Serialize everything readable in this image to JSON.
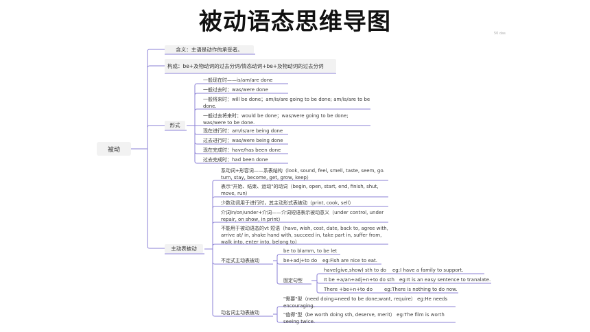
{
  "title": "被动语态思维导图",
  "logo_text": "50 das",
  "colors": {
    "line": "#8a7fd6",
    "box": "#f2f2f2"
  },
  "root": "被动",
  "level1": {
    "meaning": "含义：主语是动作的承受者。",
    "structure": "构成：be+及物动词的过去分词/情态动词+be+及物动词的过去分词",
    "forms": "形式",
    "active_passive": "主动表被动"
  },
  "forms": [
    "一般现在时——is/am/are done",
    "一般过去时：was/were done",
    "一般将来时：will be done；am/is/are going to be done; am/is/are to be done.",
    "一般过去将来时：would be done；was/were going to be done; was/were to be done.",
    "现在进行时：am/is/are being done",
    "过去进行时：was/were being done",
    "现在完成时：have/has been done",
    "过去完成时：had been done"
  ],
  "active": [
    "系动词+形容词——系表结构（look, sound, feel, smell, taste, seem, go. turn, stay, become, get, grow, keep）",
    "表示\"开始、结束、运动\"的动词（begin, open, start, end, finish, shut, move, run）",
    "少数动词用于进行时，其主动形式表被动（print, cook, sell）",
    "介词in/on/under+介词——介词短语表示被动意义（under control, under repair, on show, in print）",
    "不能用于被动语态的vt 短语（have, wish, cost, date, back to, agree with, arrive at/ in, shake hand with, succeed in, take part in, suffer from, walk into, enter into, belong to）",
    "不定式主动表被动",
    "动名词主动表被动"
  ],
  "infinitive": {
    "item1": "be to blamm, to be let",
    "item2": "be+adj+to do",
    "item2_eg": "eg:Fish are nice to eat.",
    "fixed": "固定句型",
    "fixed_items": [
      {
        "text": "have(give,show) sth to do",
        "eg": "eg:I have a family to support."
      },
      {
        "text": "It be +a/an+adj+n+to do sth",
        "eg": "eg:It is an easy sentence to tranalate."
      },
      {
        "text": "There +be+n+to do",
        "eg": "eg:There is nothing to do now."
      }
    ]
  },
  "gerund": [
    "\"需要\"型（need doing=need to be done;want, require） eg:He needs encouraging.",
    "\"值得\"型（be worth doing sth, deserve, merit） eg:The film is worth seeing twice."
  ]
}
